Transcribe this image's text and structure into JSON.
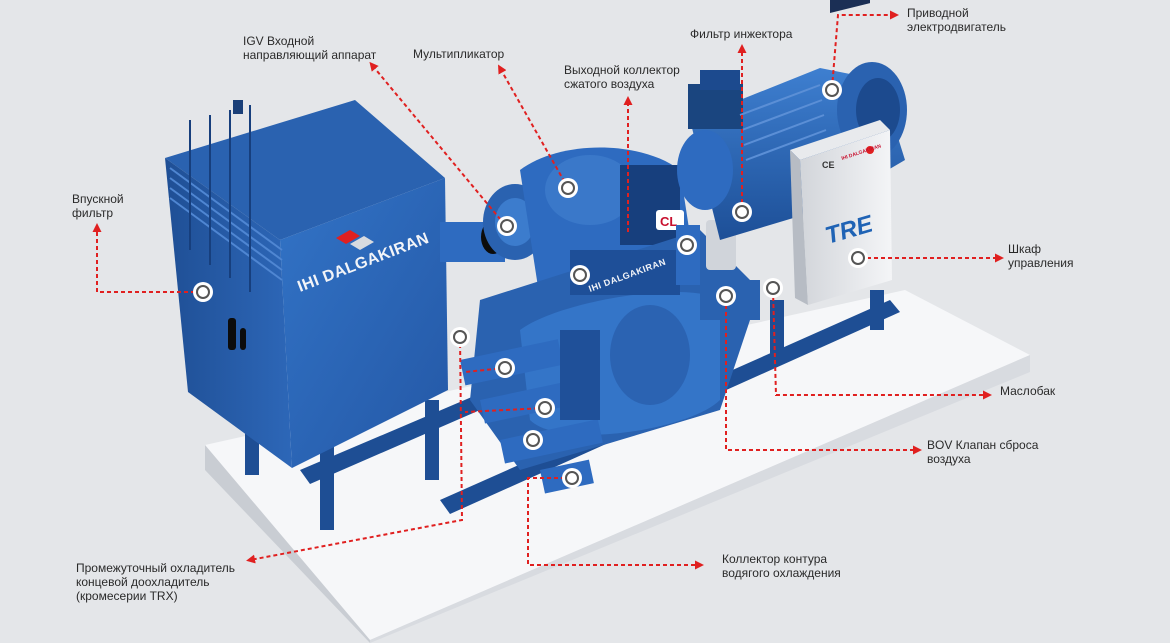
{
  "brand": {
    "main": "IHI DALGAKIRAN",
    "panel": "IHI DALGAKIRAN",
    "model_mark": "TRE",
    "ce_mark": "CE",
    "side_mark": "CL"
  },
  "colors": {
    "background": "#e4e6e9",
    "machine_blue": "#2f6fc4",
    "arrow_red": "#e02020",
    "label_text": "#2a2a2a"
  },
  "callouts": [
    {
      "id": "motor",
      "label": "Приводной\nэлектродвигатель"
    },
    {
      "id": "injfilt",
      "label": "Фильтр инжектора"
    },
    {
      "id": "igv",
      "label": "IGV Входной\nнаправляющий аппарат"
    },
    {
      "id": "mult",
      "label": "Мультипликатор"
    },
    {
      "id": "outcol",
      "label": "Выходной коллектор\nсжатого воздуха"
    },
    {
      "id": "inlet",
      "label": "Впускной\nфильтр"
    },
    {
      "id": "cabinet",
      "label": "Шкаф\nуправления"
    },
    {
      "id": "oiltank",
      "label": "Маслобак"
    },
    {
      "id": "bov",
      "label": "BOV Клапан сброса\nвоздуха"
    },
    {
      "id": "cooler",
      "label": "Промежуточный охладитель\nконцевой доохладитель\n(кромесерии TRX)"
    },
    {
      "id": "water",
      "label": "Коллектор контура\nводягого охлаждения"
    }
  ]
}
